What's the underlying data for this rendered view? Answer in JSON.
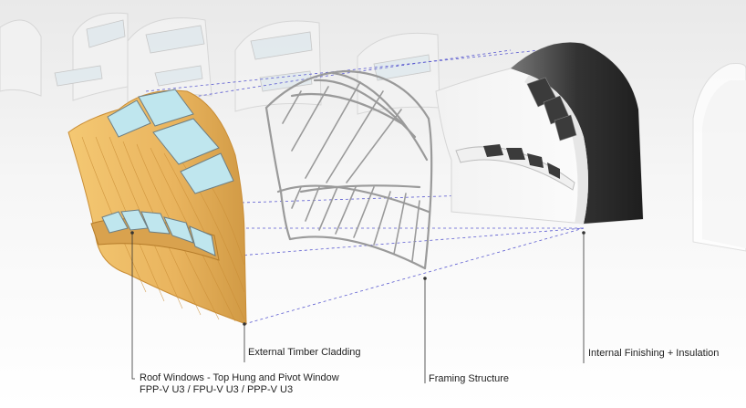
{
  "labels": {
    "cladding": "External Timber Cladding",
    "framing": "Framing Structure",
    "finishing": "Internal Finishing + Insulation",
    "windows_title": "Roof Windows - Top Hung and Pivot Window",
    "windows_models": "FPP-V U3 / FPU-V U3 / PPP-V U3"
  },
  "colors": {
    "timber": "#e8b560",
    "timber_dark": "#c98d35",
    "glass": "#bfe6ee",
    "frame": "#9a9a9a",
    "interior": "#4a4a4a",
    "guide": "#5a5ad0",
    "leader": "#333333"
  }
}
